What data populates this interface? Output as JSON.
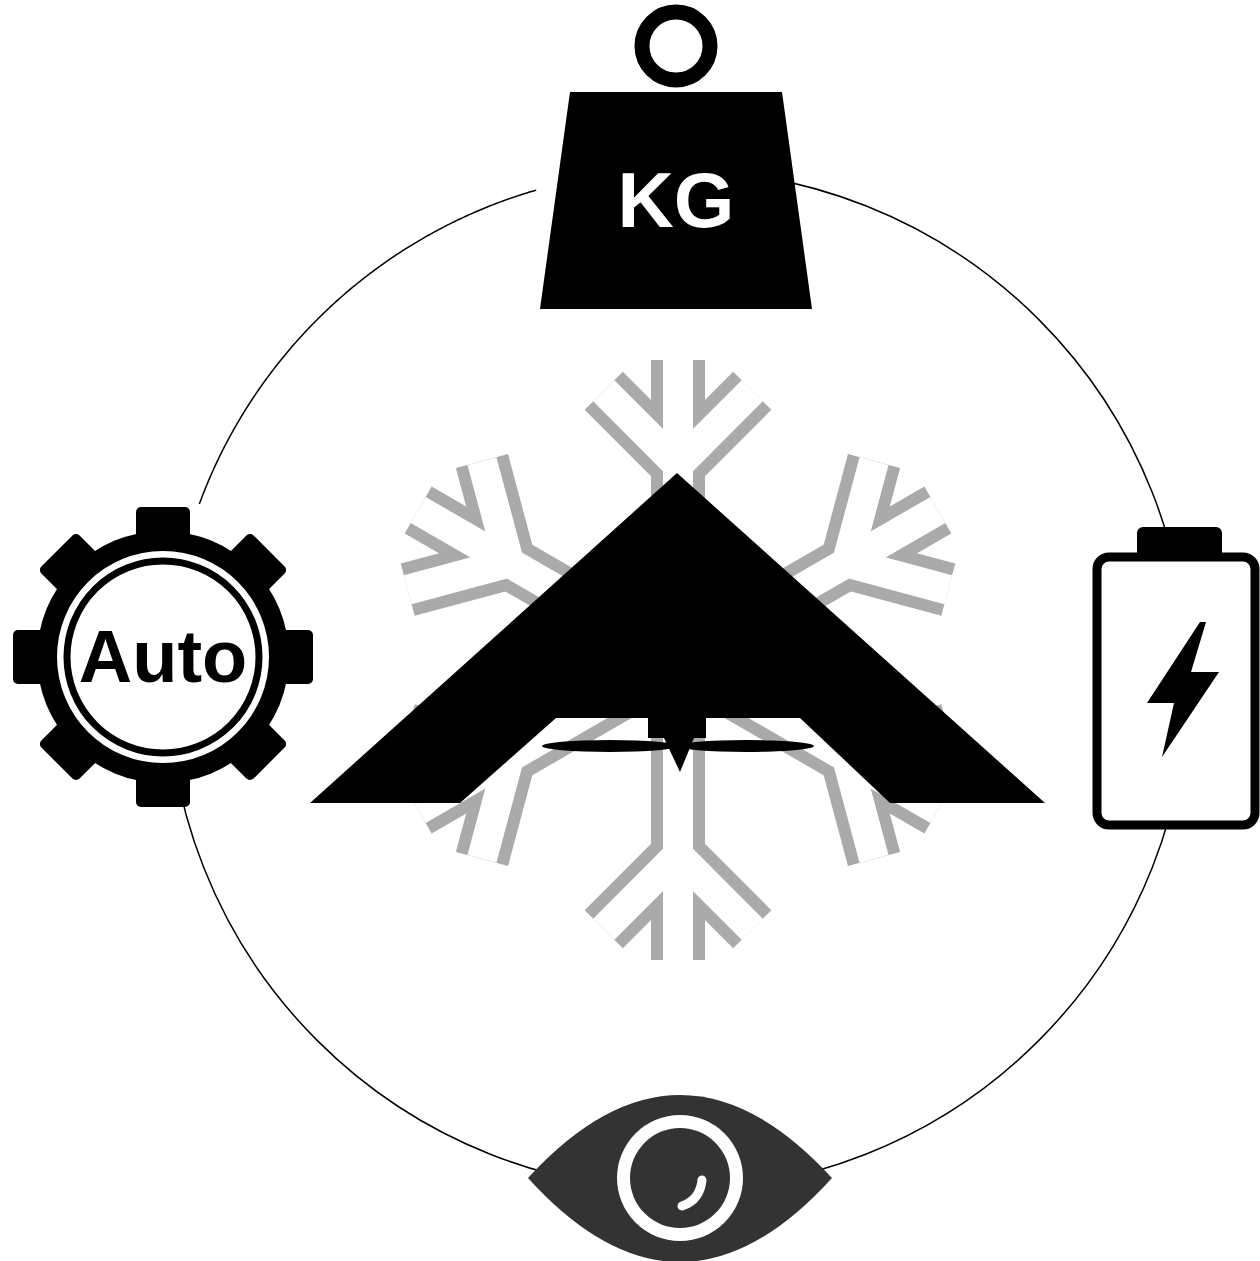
{
  "diagram": {
    "nodes": [
      {
        "text": [
          "KG"
        ]
      },
      {
        "text": [
          "Auto"
        ]
      }
    ],
    "edges": [
      {
        "from": 0,
        "to": 1,
        "arrow": "none"
      }
    ]
  }
}
